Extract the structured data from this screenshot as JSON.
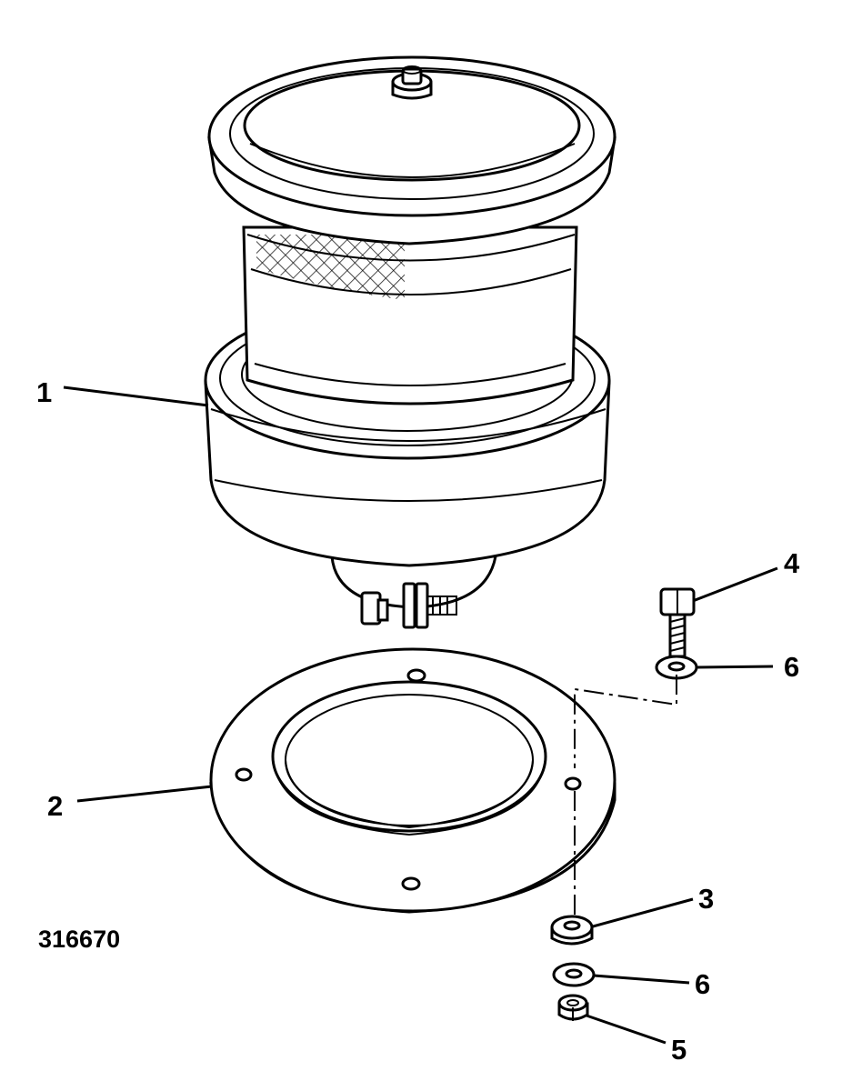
{
  "figure": {
    "number": "316670"
  },
  "callouts": [
    {
      "id": "c1",
      "label": "1"
    },
    {
      "id": "c2",
      "label": "2"
    },
    {
      "id": "c3",
      "label": "3"
    },
    {
      "id": "c4",
      "label": "4"
    },
    {
      "id": "c5",
      "label": "5"
    },
    {
      "id": "c6a",
      "label": "6"
    },
    {
      "id": "c6b",
      "label": "6"
    }
  ],
  "colors": {
    "ink": "#000000",
    "paper": "#ffffff"
  }
}
